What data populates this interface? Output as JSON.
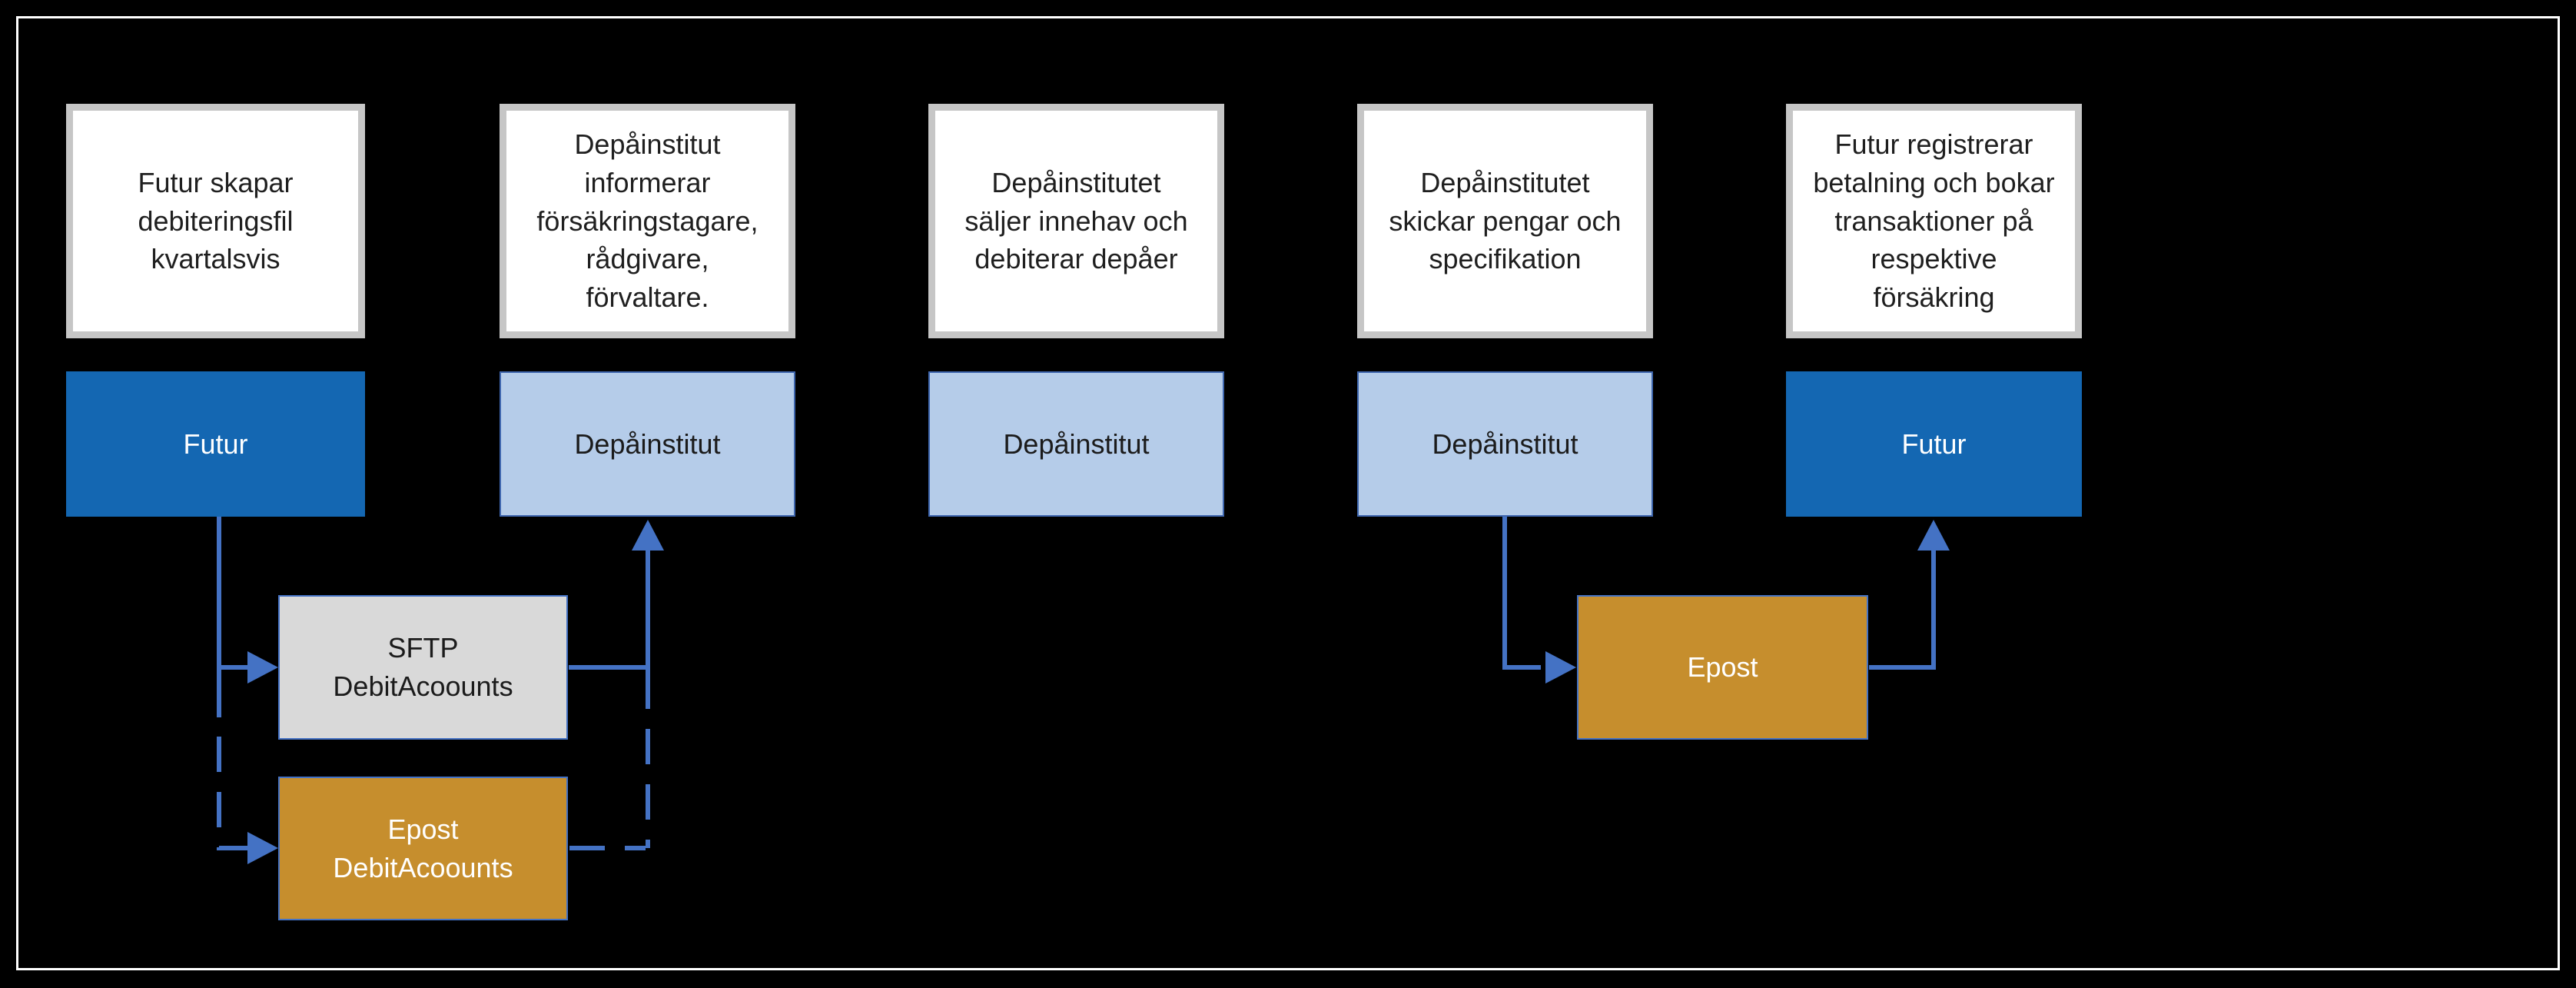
{
  "diagram": {
    "frame_border_color": "#ffffff",
    "background_color": "#000000",
    "colors": {
      "actor_dark_blue": "#1467b2",
      "actor_light_blue_fill": "#b5cce9",
      "actor_light_blue_border": "#3e66ae",
      "channel_gray_fill": "#d9d9d9",
      "channel_orange_fill": "#c68e2d",
      "channel_border_blue": "#4472c4",
      "arrow_blue": "#4472c4",
      "description_box_border": "#c6c6c6",
      "description_box_fill": "#ffffff"
    },
    "columns": [
      {
        "description_lines": [
          "Futur skapar",
          "debiteringsfil",
          "kvartalsvis"
        ],
        "actor": "Futur",
        "actor_type": "dark"
      },
      {
        "description_lines": [
          "Depåinstitut",
          "informerar",
          "försäkringstagare,",
          "rådgivare,",
          "förvaltare."
        ],
        "actor": "Depåinstitut",
        "actor_type": "light"
      },
      {
        "description_lines": [
          "Depåinstitutet",
          "säljer innehav och",
          "debiterar depåer"
        ],
        "actor": "Depåinstitut",
        "actor_type": "light"
      },
      {
        "description_lines": [
          "Depåinstitutet",
          "skickar pengar och",
          "specifikation"
        ],
        "actor": "Depåinstitut",
        "actor_type": "light"
      },
      {
        "description_lines": [
          "Futur registrerar",
          "betalning och bokar",
          "transaktioner på",
          "respektive",
          "försäkring"
        ],
        "actor": "Futur",
        "actor_type": "dark"
      }
    ],
    "channels": {
      "sftp": {
        "lines": [
          "SFTP",
          "DebitAcoounts"
        ]
      },
      "epost_debit": {
        "lines": [
          "Epost",
          "DebitAcoounts"
        ]
      },
      "epost": {
        "label": "Epost"
      }
    }
  }
}
